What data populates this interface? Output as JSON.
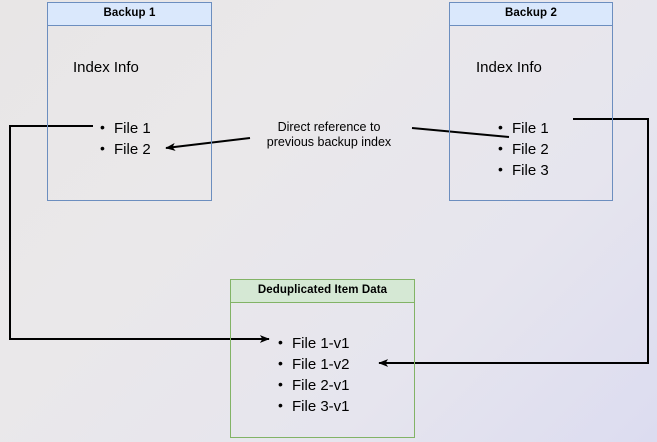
{
  "diagram": {
    "title_semantic": "backup-deduplication-diagram",
    "background": {
      "gradient_from": "#e8e6e6",
      "gradient_to": "#dcdcf0"
    },
    "colors": {
      "blue_border": "#6c8ebf",
      "blue_fill": "#dae8fc",
      "green_border": "#82b366",
      "green_fill": "#d5e8d4",
      "connector": "#000000"
    }
  },
  "backup1": {
    "header": "Backup 1",
    "index_label": "Index Info",
    "files": [
      "File 1",
      "File 2"
    ]
  },
  "backup2": {
    "header": "Backup 2",
    "index_label": "Index Info",
    "files": [
      "File 1",
      "File 2",
      "File 3"
    ]
  },
  "dedup": {
    "header": "Deduplicated Item Data",
    "files": [
      "File 1-v1",
      "File 1-v2",
      "File 2-v1",
      "File 3-v1"
    ]
  },
  "caption": {
    "line1": "Direct reference to",
    "line2": "previous backup index"
  },
  "connectors": [
    {
      "name": "backup2-index-to-backup1-index",
      "from": "Backup 2 / File 2",
      "to": "Backup 1 / File 2",
      "arrowhead": "end"
    },
    {
      "name": "backup1-file1-to-dedup-file1v1",
      "from": "Backup 1 / File 1",
      "to": "Deduplicated Item Data / File 1-v1",
      "arrowhead": "end",
      "routing": "left-down-right"
    },
    {
      "name": "backup2-file1-to-dedup-file1v2",
      "from": "Backup 2 / File 1",
      "to": "Deduplicated Item Data / File 1-v2",
      "arrowhead": "end",
      "routing": "right-down-left"
    }
  ]
}
